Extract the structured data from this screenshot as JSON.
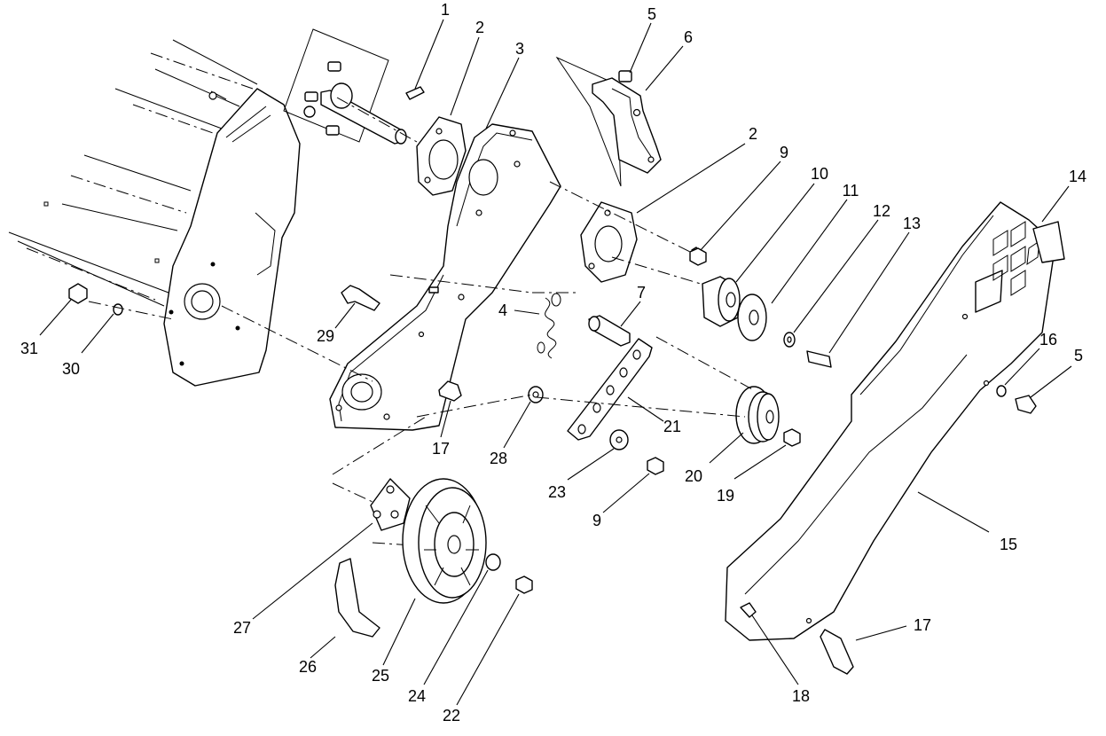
{
  "diagram": {
    "callouts": [
      {
        "id": "c1",
        "label": "1"
      },
      {
        "id": "c2a",
        "label": "2"
      },
      {
        "id": "c3",
        "label": "3"
      },
      {
        "id": "c5a",
        "label": "5"
      },
      {
        "id": "c6",
        "label": "6"
      },
      {
        "id": "c2b",
        "label": "2"
      },
      {
        "id": "c9a",
        "label": "9"
      },
      {
        "id": "c10",
        "label": "10"
      },
      {
        "id": "c11",
        "label": "11"
      },
      {
        "id": "c12",
        "label": "12"
      },
      {
        "id": "c13",
        "label": "13"
      },
      {
        "id": "c14",
        "label": "14"
      },
      {
        "id": "c4",
        "label": "4"
      },
      {
        "id": "c7",
        "label": "7"
      },
      {
        "id": "c29",
        "label": "29"
      },
      {
        "id": "c31",
        "label": "31"
      },
      {
        "id": "c30",
        "label": "30"
      },
      {
        "id": "c16",
        "label": "16"
      },
      {
        "id": "c5b",
        "label": "5"
      },
      {
        "id": "c21",
        "label": "21"
      },
      {
        "id": "c17a",
        "label": "17"
      },
      {
        "id": "c28",
        "label": "28"
      },
      {
        "id": "c20",
        "label": "20"
      },
      {
        "id": "c19",
        "label": "19"
      },
      {
        "id": "c23",
        "label": "23"
      },
      {
        "id": "c9b",
        "label": "9"
      },
      {
        "id": "c15",
        "label": "15"
      },
      {
        "id": "c27",
        "label": "27"
      },
      {
        "id": "c26",
        "label": "26"
      },
      {
        "id": "c25",
        "label": "25"
      },
      {
        "id": "c24",
        "label": "24"
      },
      {
        "id": "c22",
        "label": "22"
      },
      {
        "id": "c17b",
        "label": "17"
      },
      {
        "id": "c18",
        "label": "18"
      }
    ]
  }
}
